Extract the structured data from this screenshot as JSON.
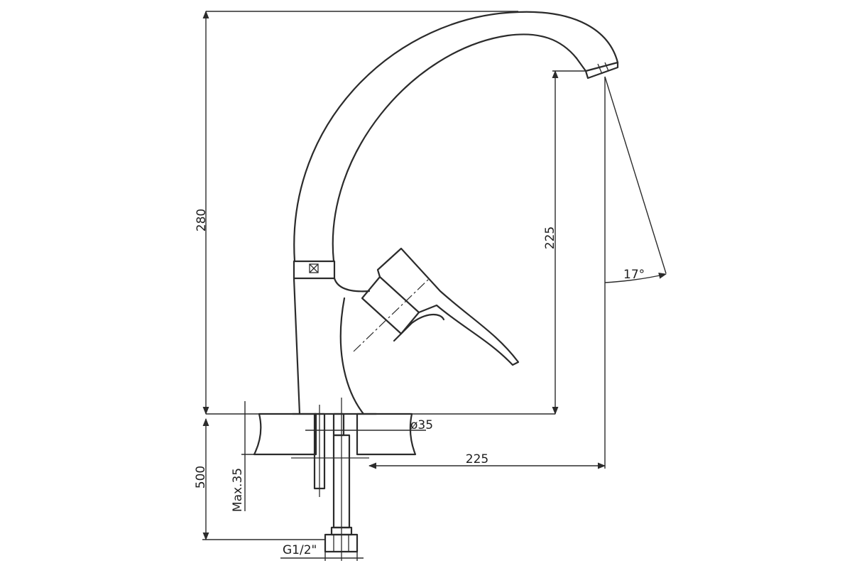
{
  "dimensions": {
    "total_height": "280",
    "spout_height": "225",
    "spout_reach": "225",
    "angle": "17°",
    "hole_diameter": "ø35",
    "hose_length": "500",
    "max_thickness": "Max.35",
    "thread": "G1/2\""
  },
  "colors": {
    "line": "#2b2b2b",
    "background": "#ffffff"
  }
}
